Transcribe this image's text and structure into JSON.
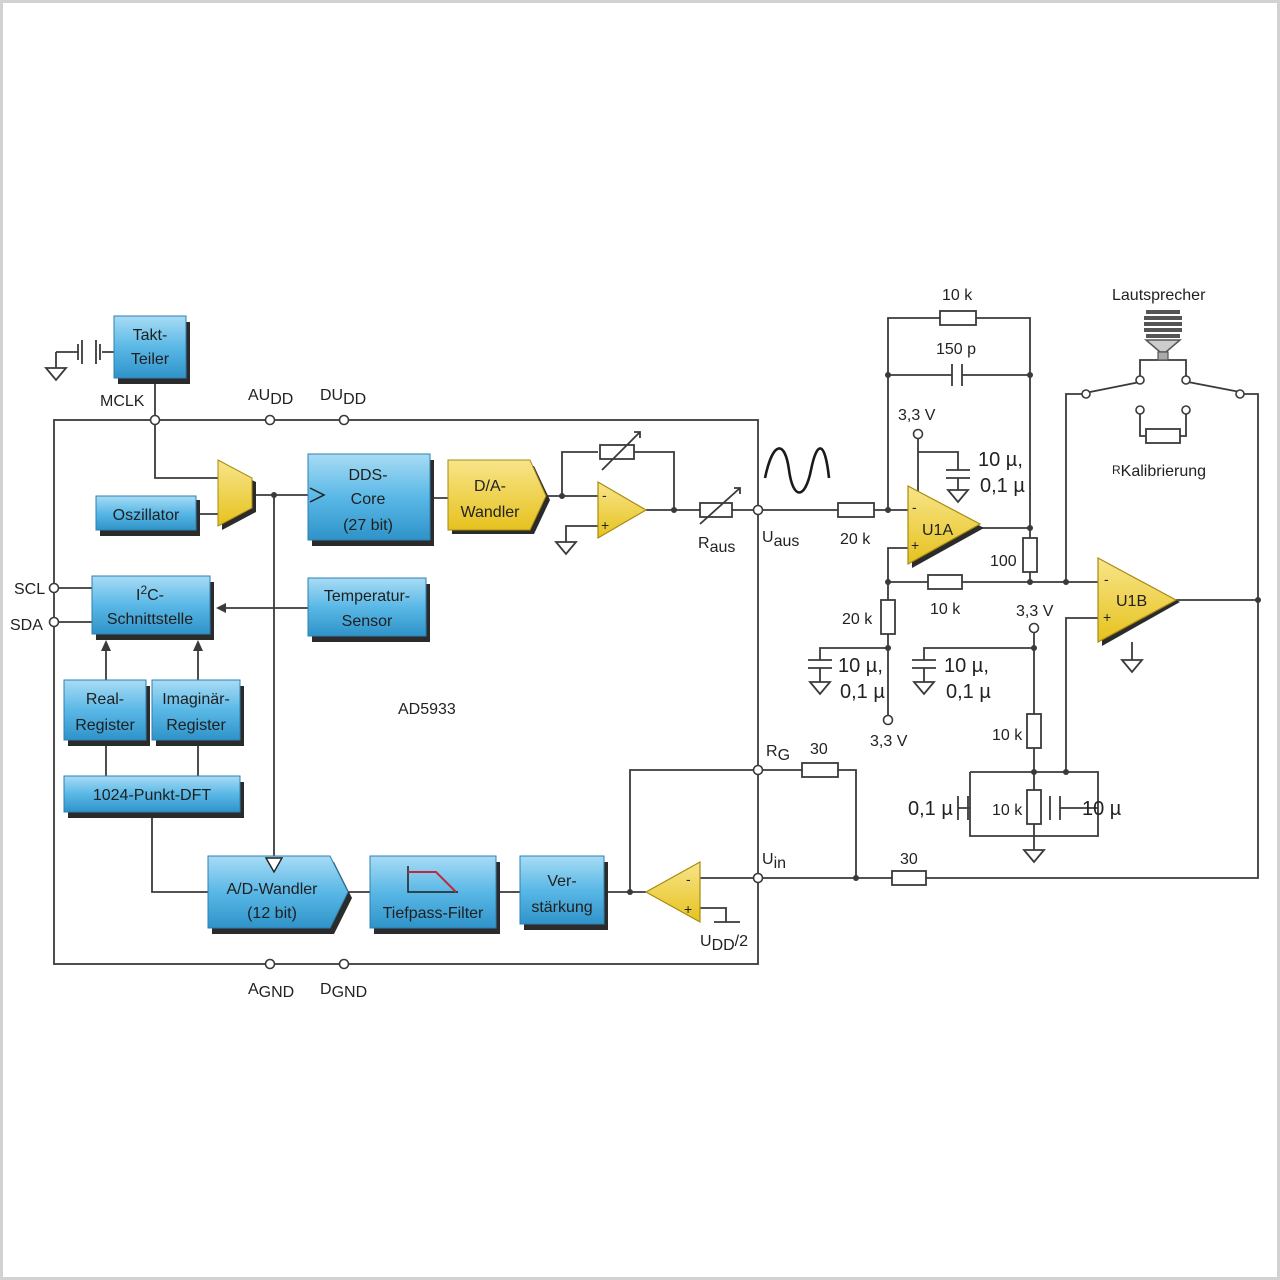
{
  "blocks": {
    "takt": [
      "Takt-",
      "Teiler"
    ],
    "oszillator": "Oszillator",
    "dds": [
      "DDS-",
      "Core",
      "(27 bit)"
    ],
    "da": [
      "D/A-",
      "Wandler"
    ],
    "i2c": [
      "I",
      "2",
      "C-",
      "Schnittstelle"
    ],
    "temp": [
      "Temperatur-",
      "Sensor"
    ],
    "real": [
      "Real-",
      "Register"
    ],
    "imag": [
      "Imaginär-",
      "Register"
    ],
    "dft": "1024-Punkt-DFT",
    "ad": [
      "A/D-Wandler",
      "(12 bit)"
    ],
    "tiefpass": "Tiefpass-Filter",
    "verst": [
      "Ver-",
      "stärkung"
    ]
  },
  "chip_name": "AD5933",
  "pins": {
    "mclk": "MCLK",
    "audd": [
      "AU",
      "DD"
    ],
    "dudd": [
      "DU",
      "DD"
    ],
    "agnd": [
      "A",
      "GND"
    ],
    "dgnd": [
      "D",
      "GND"
    ],
    "scl": "SCL",
    "sda": "SDA",
    "uaus": [
      "U",
      "aus"
    ],
    "raus": [
      "R",
      "aus"
    ],
    "rg": [
      "R",
      "G"
    ],
    "uin": [
      "U",
      "in"
    ],
    "udd2": [
      "U",
      "DD",
      "/2"
    ]
  },
  "external": {
    "r_10k_top": "10 k",
    "c_150p": "150 p",
    "v33_a": "3,3 V",
    "c_u1a": [
      "10 µ,",
      "0,1 µ"
    ],
    "u1a": "U1A",
    "u1b": "U1B",
    "r_20k_in": "20 k",
    "r_100": "100",
    "r_10k_mid": "10 k",
    "v33_b": "3,3 V",
    "r_20k_div": "20 k",
    "c_div_a": [
      "10 µ,",
      "0,1 µ"
    ],
    "c_div_b": [
      "10 µ,",
      "0,1 µ"
    ],
    "v33_c": "3,3 V",
    "r_10k_v1": "10 k",
    "r_10k_v2": "10 k",
    "c_01": "0,1 µ",
    "c_10": "10 µ",
    "r_30_rg": "30",
    "r_30_uin": "30",
    "lautsprecher": "Lautsprecher",
    "rkal": [
      "R",
      "Kalibrierung"
    ]
  },
  "colors": {
    "block_blue": "#5ab8e6",
    "block_yellow": "#f2d33a",
    "shadow": "#2b2b2b",
    "wire": "#3a3a3a"
  }
}
